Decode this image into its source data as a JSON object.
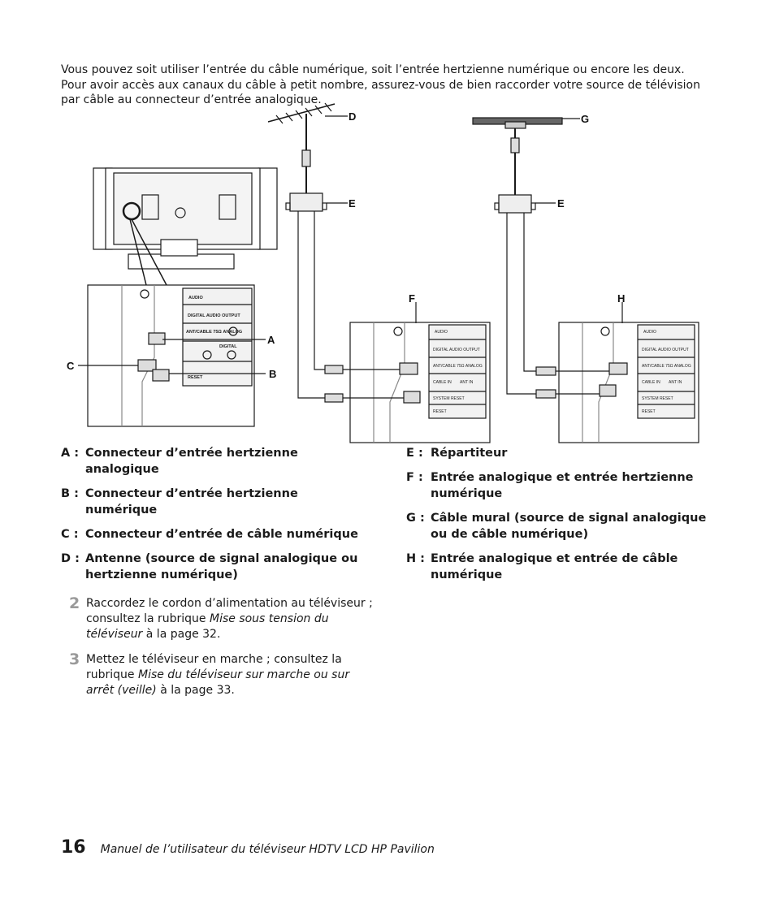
{
  "intro_text": "Vous pouvez soit utiliser l’entrée du câble numérique, soit l’entrée hertzienne numérique ou encore les deux. Pour avoir accès aux canaux du câble à petit nombre, assurez-vous de bien raccorder votre source de télévision par câble au connecteur d’entrée analogique.",
  "callouts": {
    "A": "A",
    "B": "B",
    "C": "C",
    "D": "D",
    "E1": "E",
    "E2": "E",
    "F": "F",
    "G": "G",
    "H": "H"
  },
  "legend_left": [
    {
      "key": "A :",
      "text": "Connecteur d’entrée hertzienne analogique"
    },
    {
      "key": "B :",
      "text": "Connecteur d’entrée hertzienne numérique"
    },
    {
      "key": "C :",
      "text": "Connecteur d’entrée de câble numérique"
    },
    {
      "key": "D :",
      "text": "Antenne (source de signal analogique ou hertzienne numérique)"
    }
  ],
  "legend_right": [
    {
      "key": "E :",
      "text": "Répartiteur"
    },
    {
      "key": "F :",
      "text": "Entrée analogique et entrée hertzienne numérique"
    },
    {
      "key": "G :",
      "text": "Câble mural (source de signal analogique ou de câble numérique)"
    },
    {
      "key": "H :",
      "text": "Entrée analogique et entrée de câble numérique"
    }
  ],
  "steps": [
    {
      "num": "2",
      "pre": "Raccordez le cordon d’alimentation au téléviseur ; consultez la rubrique ",
      "ref": "Mise sous tension du téléviseur",
      "post": " à la page 32."
    },
    {
      "num": "3",
      "pre": "Mettez le téléviseur en marche ; consultez la rubrique ",
      "ref": "Mise du téléviseur sur marche ou sur arrêt (veille)",
      "post": " à la page 33."
    }
  ],
  "panel_labels": {
    "audio": "AUDIO",
    "digital_audio": "DIGITAL AUDIO OUTPUT",
    "ant_cable": "ANT/CABLE 75Ω ANALOG",
    "digital": "DIGITAL",
    "cable_in": "CABLE IN",
    "ant_in": "ANT IN",
    "system_reset": "SYSTEM RESET",
    "reset": "RESET"
  },
  "page_number": "16",
  "footer_title": "Manuel de l’utilisateur du téléviseur HDTV LCD HP Pavilion"
}
